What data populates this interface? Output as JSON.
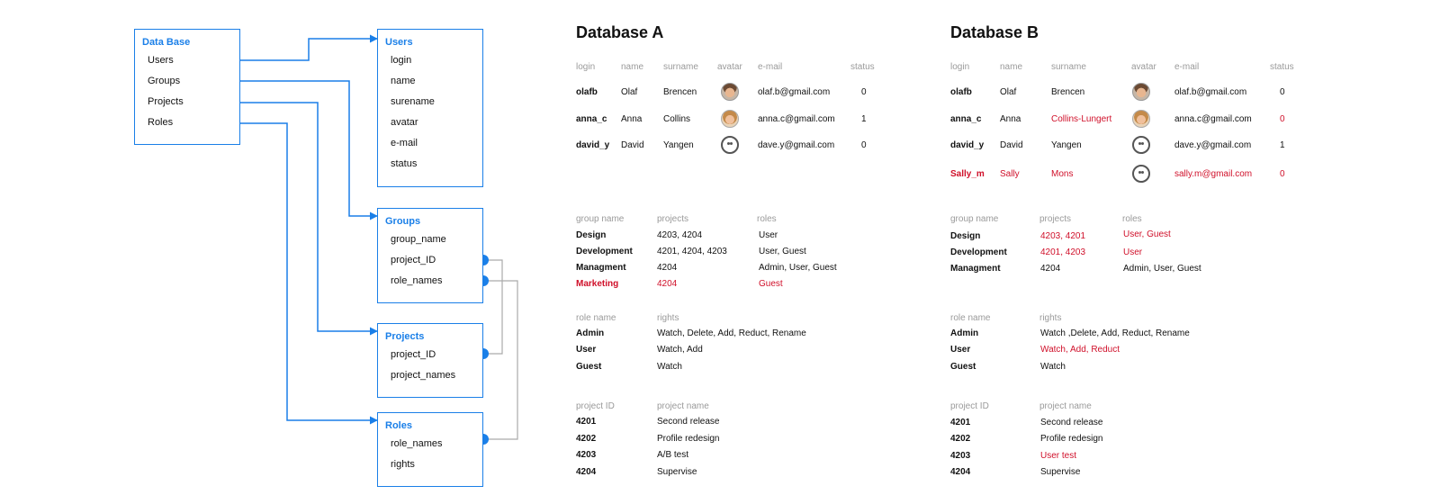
{
  "diagram": {
    "database": {
      "title": "Data Base",
      "items": [
        "Users",
        "Groups",
        "Projects",
        "Roles"
      ]
    },
    "users": {
      "title": "Users",
      "fields": [
        "login",
        "name",
        "surename",
        "avatar",
        "e-mail",
        "status"
      ]
    },
    "groups": {
      "title": "Groups",
      "fields": [
        "group_name",
        "project_ID",
        "role_names"
      ]
    },
    "projects": {
      "title": "Projects",
      "fields": [
        "project_ID",
        "project_names"
      ]
    },
    "roles": {
      "title": "Roles",
      "fields": [
        "role_names",
        "rights"
      ]
    },
    "colors": {
      "accent": "#1a7fe8",
      "connector_gray": "#aaaaaa"
    }
  },
  "dbA": {
    "title": "Database A",
    "users": {
      "headers": [
        "login",
        "name",
        "surname",
        "avatar",
        "e-mail",
        "status"
      ],
      "rows": [
        {
          "login": "olafb",
          "name": "Olaf",
          "surname": "Brencen",
          "avatar": "face-avatar",
          "email": "olaf.b@gmail.com",
          "status": "0"
        },
        {
          "login": "anna_c",
          "name": "Anna",
          "surname": "Collins",
          "avatar": "face-avatar",
          "email": "anna.c@gmail.com",
          "status": "1"
        },
        {
          "login": "david_y",
          "name": "David",
          "surname": "Yangen",
          "avatar": "blank-avatar",
          "email": "dave.y@gmail.com",
          "status": "0"
        }
      ]
    },
    "groups": {
      "headers": [
        "group name",
        "projects",
        "roles"
      ],
      "rows": [
        {
          "name": "Design",
          "projects": "4203, 4204",
          "roles": "User"
        },
        {
          "name": "Development",
          "projects": "4201, 4204, 4203",
          "roles": "User, Guest"
        },
        {
          "name": "Managment",
          "projects": "4204",
          "roles": "Admin, User, Guest"
        },
        {
          "name": "Marketing",
          "projects": "4204",
          "roles": "Guest"
        }
      ]
    },
    "roles": {
      "headers": [
        "role name",
        "rights"
      ],
      "rows": [
        {
          "name": "Admin",
          "rights": "Watch, Delete, Add, Reduct, Rename"
        },
        {
          "name": "User",
          "rights": "Watch, Add"
        },
        {
          "name": "Guest",
          "rights": "Watch"
        }
      ]
    },
    "projects": {
      "headers": [
        "project ID",
        "project name"
      ],
      "rows": [
        {
          "id": "4201",
          "name": "Second release"
        },
        {
          "id": "4202",
          "name": "Profile redesign"
        },
        {
          "id": "4203",
          "name": "A/B test"
        },
        {
          "id": "4204",
          "name": "Supervise"
        }
      ]
    }
  },
  "dbB": {
    "title": "Database B",
    "users": {
      "headers": [
        "login",
        "name",
        "surname",
        "avatar",
        "e-mail",
        "status"
      ],
      "rows": [
        {
          "login": "olafb",
          "name": "Olaf",
          "surname": "Brencen",
          "avatar": "face-avatar",
          "email": "olaf.b@gmail.com",
          "status": "0"
        },
        {
          "login": "anna_c",
          "name": "Anna",
          "surname": "Collins-Lungert",
          "avatar": "face-avatar",
          "email": "anna.c@gmail.com",
          "status": "0"
        },
        {
          "login": "david_y",
          "name": "David",
          "surname": "Yangen",
          "avatar": "blank-avatar",
          "email": "dave.y@gmail.com",
          "status": "1"
        },
        {
          "login": "Sally_m",
          "name": "Sally",
          "surname": "Mons",
          "avatar": "blank-avatar",
          "email": "sally.m@gmail.com",
          "status": "0"
        }
      ]
    },
    "groups": {
      "headers": [
        "group name",
        "projects",
        "roles"
      ],
      "rows": [
        {
          "name": "Design",
          "projects": "4203, 4201",
          "roles": "User, Guest"
        },
        {
          "name": "Development",
          "projects": "4201, 4203",
          "roles": "User"
        },
        {
          "name": "Managment",
          "projects": "4204",
          "roles": "Admin, User, Guest"
        }
      ]
    },
    "roles": {
      "headers": [
        "role name",
        "rights"
      ],
      "rows": [
        {
          "name": "Admin",
          "rights": "Watch ,Delete, Add, Reduct, Rename"
        },
        {
          "name": "User",
          "rights": "Watch, Add, Reduct"
        },
        {
          "name": "Guest",
          "rights": "Watch"
        }
      ]
    },
    "projects": {
      "headers": [
        "project ID",
        "project name"
      ],
      "rows": [
        {
          "id": "4201",
          "name": "Second release"
        },
        {
          "id": "4202",
          "name": "Profile redesign"
        },
        {
          "id": "4203",
          "name": "User test"
        },
        {
          "id": "4204",
          "name": "Supervise"
        }
      ]
    }
  },
  "highlight_color": "#d0102a"
}
